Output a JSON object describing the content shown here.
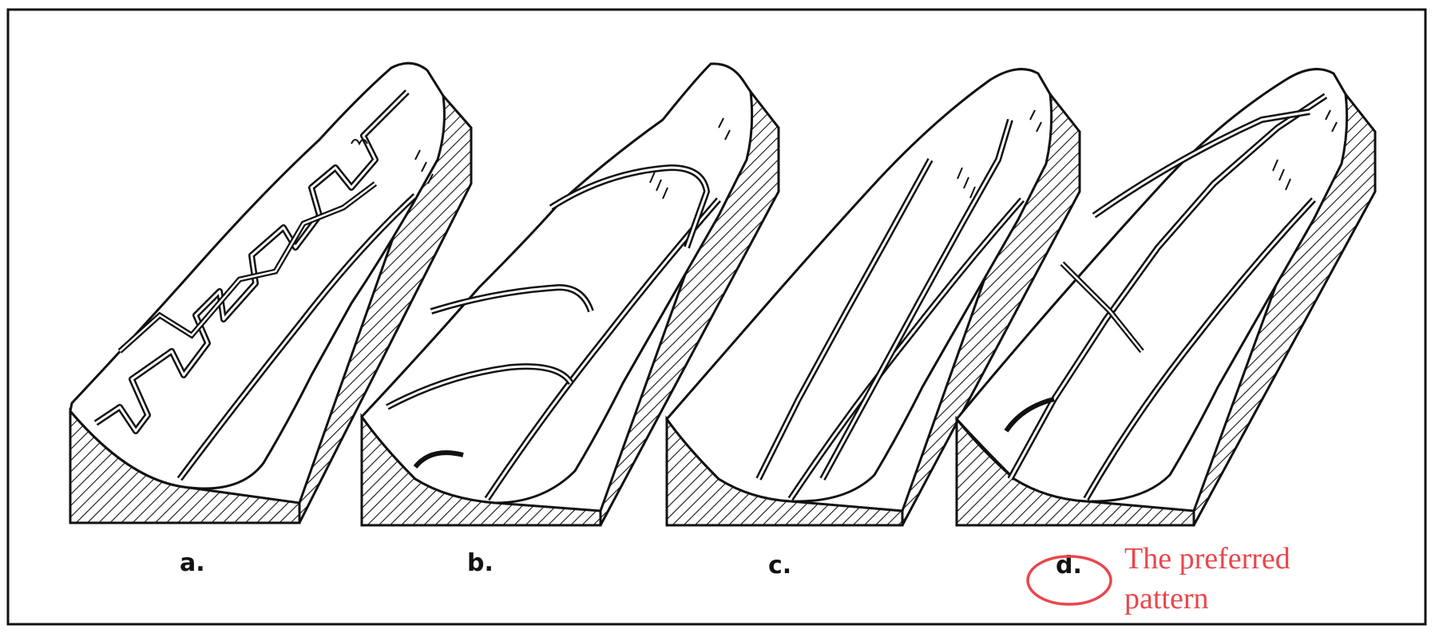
{
  "figure": {
    "panels": [
      {
        "id": "a",
        "label": "a."
      },
      {
        "id": "b",
        "label": "b."
      },
      {
        "id": "c",
        "label": "c."
      },
      {
        "id": "d",
        "label": "d."
      }
    ],
    "annotation": {
      "line1": "The preferred",
      "line2": "pattern",
      "target_panel": "d",
      "color": "#e8474d"
    },
    "colors": {
      "ink": "#111111",
      "paper": "#ffffff",
      "annotation": "#e8474d"
    }
  }
}
